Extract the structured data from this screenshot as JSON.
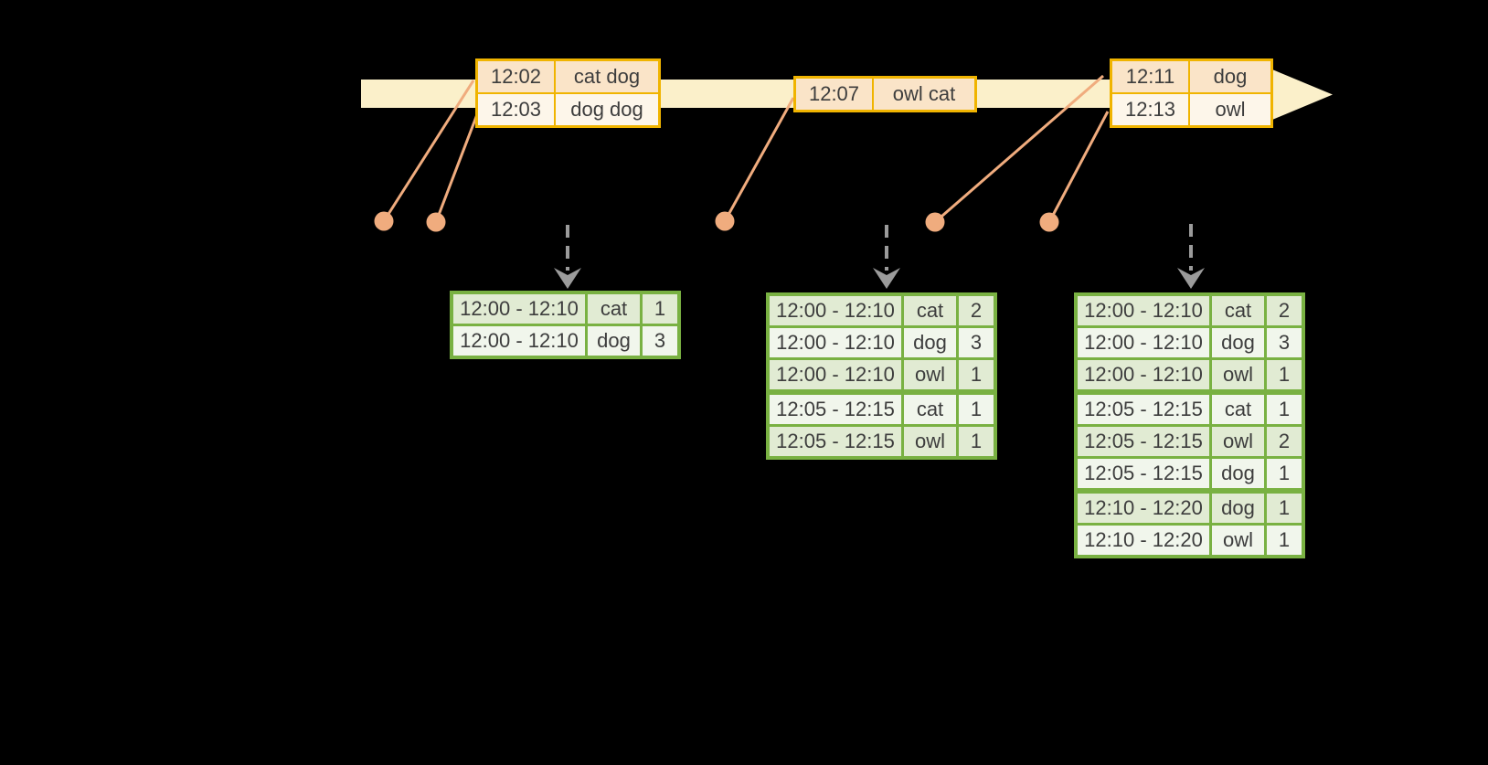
{
  "colors": {
    "background": "#000000",
    "timeline_fill": "#FBF0CA",
    "event_border": "#F0B400",
    "event_row_dark": "#FAE4C8",
    "event_row_light": "#FDF6EA",
    "connector": "#F0AC7E",
    "dashed_arrow": "#9B9B9B",
    "result_border": "#79B142",
    "result_row_dark": "#E1EBD3",
    "result_row_light": "#F1F6EC",
    "text": "#3D3D3D"
  },
  "timeline": {
    "event_groups": [
      {
        "rows": [
          {
            "time": "12:02",
            "words": "cat dog"
          },
          {
            "time": "12:03",
            "words": "dog dog"
          }
        ]
      },
      {
        "rows": [
          {
            "time": "12:07",
            "words": "owl cat"
          }
        ]
      },
      {
        "rows": [
          {
            "time": "12:11",
            "words": "dog"
          },
          {
            "time": "12:13",
            "words": "owl"
          }
        ]
      }
    ]
  },
  "result_tables": [
    {
      "rows": [
        {
          "window": "12:00 - 12:10",
          "word": "cat",
          "count": "1"
        },
        {
          "window": "12:00 - 12:10",
          "word": "dog",
          "count": "3"
        }
      ]
    },
    {
      "rows": [
        {
          "window": "12:00 - 12:10",
          "word": "cat",
          "count": "2"
        },
        {
          "window": "12:00 - 12:10",
          "word": "dog",
          "count": "3"
        },
        {
          "window": "12:00 - 12:10",
          "word": "owl",
          "count": "1"
        },
        {
          "window": "12:05 - 12:15",
          "word": "cat",
          "count": "1"
        },
        {
          "window": "12:05 - 12:15",
          "word": "owl",
          "count": "1"
        }
      ]
    },
    {
      "rows": [
        {
          "window": "12:00 - 12:10",
          "word": "cat",
          "count": "2"
        },
        {
          "window": "12:00 - 12:10",
          "word": "dog",
          "count": "3"
        },
        {
          "window": "12:00 - 12:10",
          "word": "owl",
          "count": "1"
        },
        {
          "window": "12:05 - 12:15",
          "word": "cat",
          "count": "1"
        },
        {
          "window": "12:05 - 12:15",
          "word": "owl",
          "count": "2"
        },
        {
          "window": "12:05 - 12:15",
          "word": "dog",
          "count": "1"
        },
        {
          "window": "12:10 - 12:20",
          "word": "dog",
          "count": "1"
        },
        {
          "window": "12:10 - 12:20",
          "word": "owl",
          "count": "1"
        }
      ]
    }
  ]
}
